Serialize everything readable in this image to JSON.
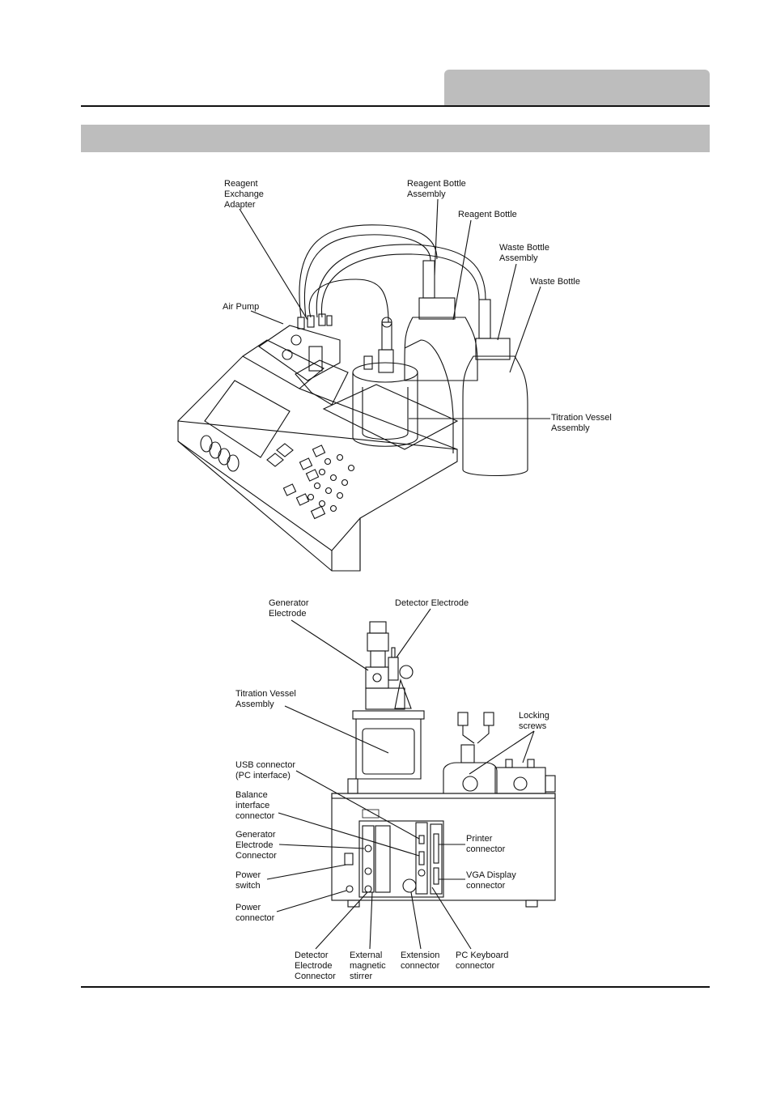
{
  "top_figure": {
    "labels": {
      "reagent_exchange_adapter": "Reagent\nExchange\nAdapter",
      "reagent_bottle_assembly": "Reagent Bottle\nAssembly",
      "reagent_bottle": "Reagent Bottle",
      "waste_bottle_assembly": "Waste Bottle\nAssembly",
      "waste_bottle": "Waste Bottle",
      "air_pump": "Air Pump",
      "titration_vessel_assembly": "Titration Vessel\nAssembly"
    }
  },
  "bottom_figure": {
    "labels": {
      "generator_electrode": "Generator\nElectrode",
      "detector_electrode": "Detector Electrode",
      "titration_vessel_assembly": "Titration Vessel\nAssembly",
      "locking_screws": "Locking\nscrews",
      "usb_connector": "USB connector\n(PC interface)",
      "balance_interface_connector": "Balance\ninterface\nconnector",
      "generator_electrode_connector": "Generator\nElectrode\nConnector",
      "power_switch": "Power\nswitch",
      "power_connector": "Power\nconnector",
      "printer_connector": "Printer\nconnector",
      "vga_display_connector": "VGA Display\nconnector",
      "detector_electrode_connector": "Detector\nElectrode\nConnector",
      "external_magnetic_stirrer": "External\nmagnetic\nstirrer",
      "extension_connector": "Extension\nconnector",
      "pc_keyboard_connector": "PC Keyboard\nconnector"
    }
  }
}
